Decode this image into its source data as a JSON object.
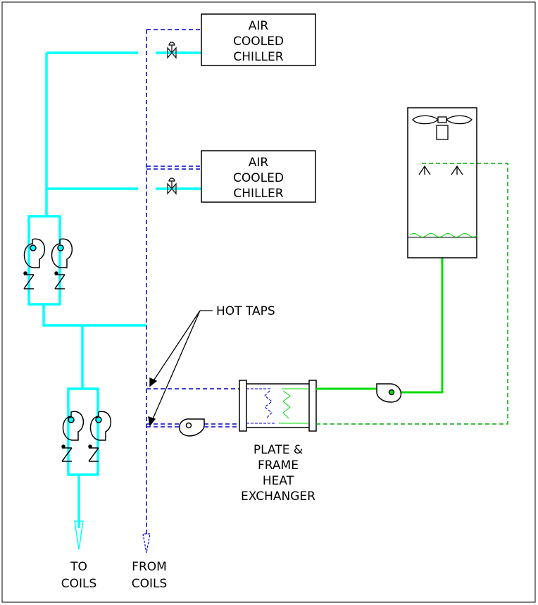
{
  "colors": {
    "chilled": "#00ffff",
    "return": "#0000cc",
    "condenser": "#00dd00",
    "outline": "#000000"
  },
  "chillers": [
    {
      "line1": "AIR",
      "line2": "COOLED",
      "line3": "CHILLER"
    },
    {
      "line1": "AIR",
      "line2": "COOLED",
      "line3": "CHILLER"
    }
  ],
  "hot_taps_label": "HOT TAPS",
  "heat_exchanger": {
    "line1": "PLATE &",
    "line2": "FRAME",
    "line3": "HEAT",
    "line4": "EXCHANGER"
  },
  "to_coils": {
    "line1": "TO",
    "line2": "COILS"
  },
  "from_coils": {
    "line1": "FROM",
    "line2": "COILS"
  }
}
